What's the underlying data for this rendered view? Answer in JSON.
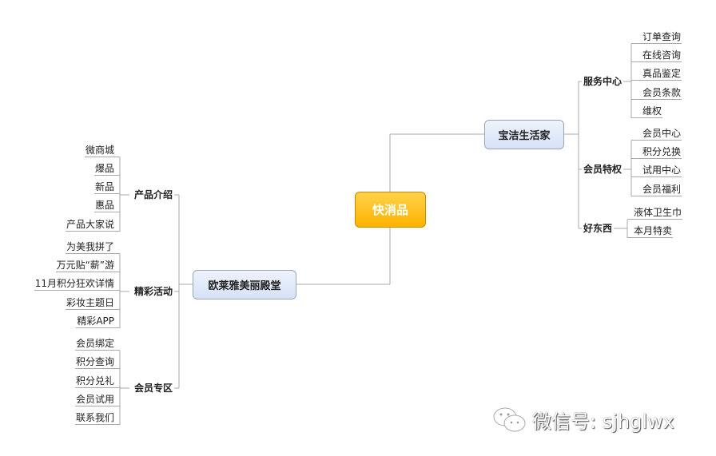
{
  "root": {
    "label": "快消品"
  },
  "nodes": {
    "pg": {
      "label": "宝洁生活家"
    },
    "loreal": {
      "label": "欧莱雅美丽殿堂"
    }
  },
  "branches": {
    "service": {
      "label": "服务中心",
      "items": [
        "订单查询",
        "在线咨询",
        "真品鉴定",
        "会员条款",
        "维权"
      ]
    },
    "privilege": {
      "label": "会员特权",
      "items": [
        "会员中心",
        "积分兑换",
        "试用中心",
        "会员福利"
      ]
    },
    "goods": {
      "label": "好东西",
      "items": [
        "液体卫生巾",
        "本月特卖"
      ]
    },
    "products": {
      "label": "产品介绍",
      "items": [
        "微商城",
        "爆品",
        "新品",
        "惠品",
        "产品大家说"
      ]
    },
    "events": {
      "label": "精彩活动",
      "items": [
        "为美我拼了",
        "万元贴“薪”游",
        "11月积分狂欢详情",
        "彩妆主题日",
        "精彩APP"
      ]
    },
    "members": {
      "label": "会员专区",
      "items": [
        "会员绑定",
        "积分查询",
        "积分兑礼",
        "会员试用",
        "联系我们"
      ]
    }
  },
  "watermark": {
    "text": "微信号: sjhglwx"
  },
  "colors": {
    "root": "#ffb300",
    "node": "#d6e2f6",
    "line": "#a8a8a8"
  }
}
